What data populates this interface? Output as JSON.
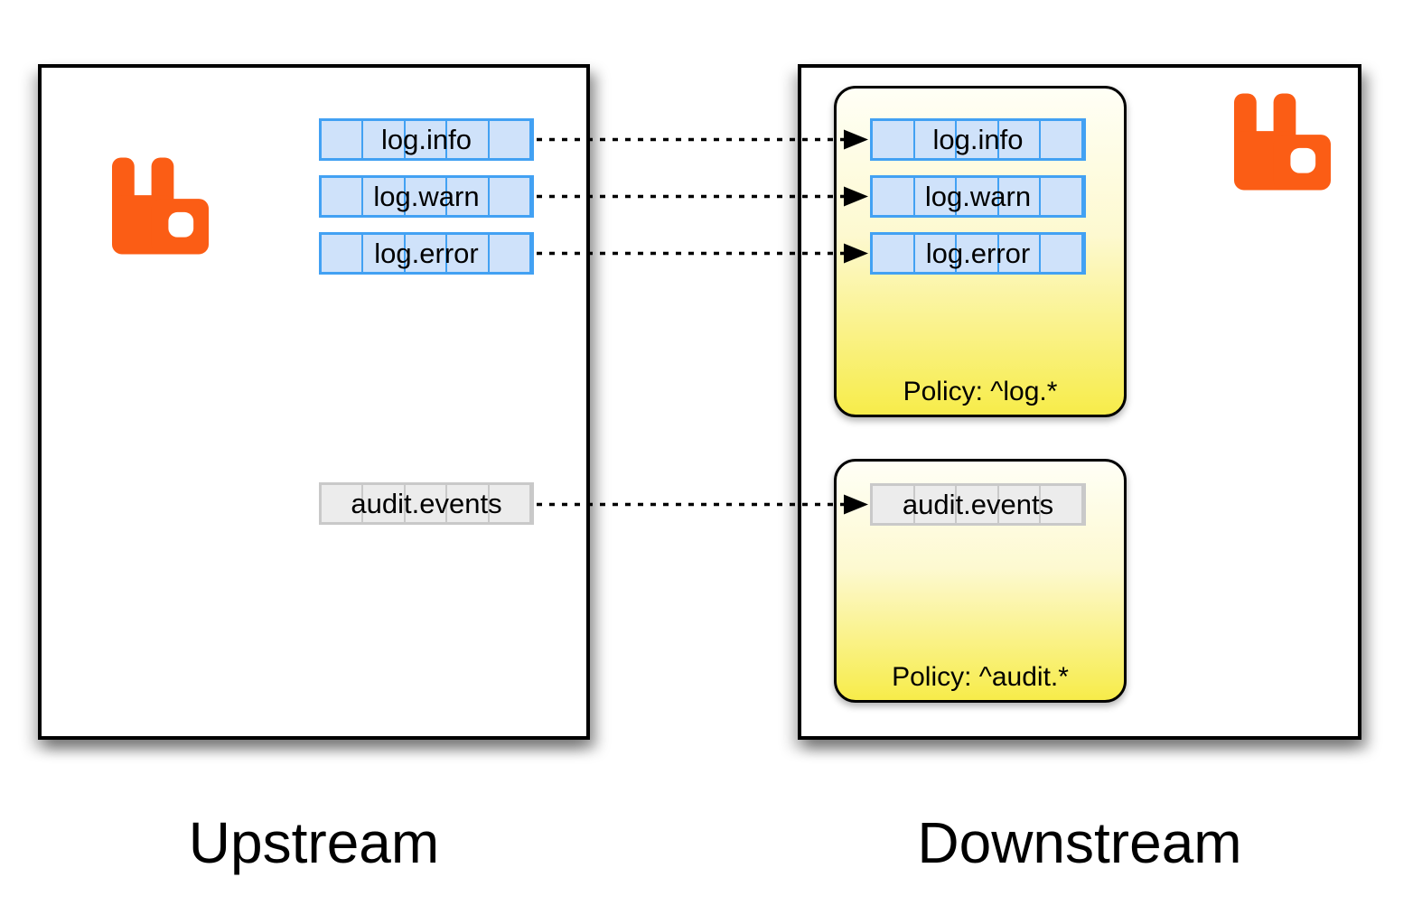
{
  "upstream": {
    "label": "Upstream",
    "queues": [
      {
        "name": "log.info",
        "kind": "log"
      },
      {
        "name": "log.warn",
        "kind": "log"
      },
      {
        "name": "log.error",
        "kind": "log"
      },
      {
        "name": "audit.events",
        "kind": "audit"
      }
    ]
  },
  "downstream": {
    "label": "Downstream",
    "policies": [
      {
        "label": "Policy: ^log.*",
        "queues": [
          "log.info",
          "log.warn",
          "log.error"
        ]
      },
      {
        "label": "Policy: ^audit.*",
        "queues": [
          "audit.events"
        ]
      }
    ]
  },
  "links": [
    {
      "from": "log.info",
      "to": "log.info"
    },
    {
      "from": "log.warn",
      "to": "log.warn"
    },
    {
      "from": "log.error",
      "to": "log.error"
    },
    {
      "from": "audit.events",
      "to": "audit.events"
    }
  ],
  "colors": {
    "brand_orange": "#fb5d15",
    "queue_blue_border": "#42a1f3",
    "queue_blue_fill": "#cfe2fa",
    "queue_gray_border": "#c9c9c9",
    "queue_gray_fill": "#ececec",
    "policy_yellow_top": "#fffff6",
    "policy_yellow_bottom": "#f7ec4a",
    "link_color": "#000000"
  }
}
